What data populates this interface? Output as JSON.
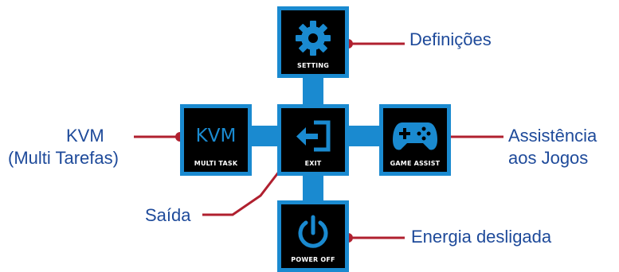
{
  "tiles": {
    "setting": {
      "caption": "SETTING",
      "icon": "gear-icon"
    },
    "multitask": {
      "caption": "MULTI TASK",
      "glyph_text": "KVM"
    },
    "exit": {
      "caption": "EXIT",
      "icon": "exit-icon"
    },
    "game_assist": {
      "caption": "GAME ASSIST",
      "icon": "gamepad-icon"
    },
    "power_off": {
      "caption": "POWER OFF",
      "icon": "power-icon"
    }
  },
  "labels": {
    "setting": "Definições",
    "kvm_line1": "KVM",
    "kvm_line2": "(Multi Tarefas)",
    "game_line1": "Assistência",
    "game_line2": "aos Jogos",
    "exit": "Saída",
    "power": "Energia desligada"
  },
  "colors": {
    "tile_border": "#1a8ad0",
    "icon": "#1a8ad0",
    "callout": "#b0202f",
    "label_text": "#1e4a9a"
  }
}
